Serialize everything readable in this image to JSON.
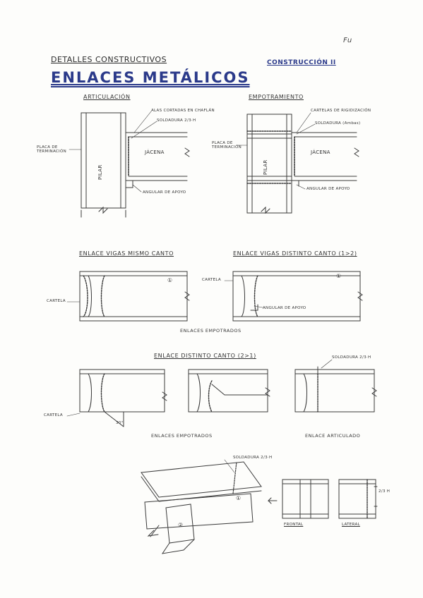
{
  "header": {
    "subtitle": "DETALLES CONSTRUCTIVOS",
    "title": "ENLACES METÁLICOS",
    "course": "CONSTRUCCIÓN II",
    "initials": "Fu"
  },
  "articulacion": {
    "heading": "ARTICULACIÓN",
    "labels": {
      "alas": "ALAS CORTADAS EN CHAFLÁN",
      "soldadura": "SOLDADURA 2/3·H",
      "placa": "PLACA DE TERMINACIÓN",
      "jacena": "JÁCENA",
      "pilar": "PILAR",
      "angular": "ANGULAR DE APOYO"
    }
  },
  "empotramiento": {
    "heading": "EMPOTRAMIENTO",
    "labels": {
      "cartelas": "CARTELAS DE RIGIDIZACIÓN",
      "soldadura": "SOLDADURA (Ambas)",
      "placa": "PLACA DE TERMINACIÓN",
      "jacena": "JÁCENA",
      "pilar": "PILAR",
      "angular": "ANGULAR DE APOYO"
    }
  },
  "vigas_mismo": {
    "heading": "ENLACE VIGAS MISMO CANTO",
    "cartela": "CARTELA",
    "mark": "①"
  },
  "vigas_distinto": {
    "heading": "ENLACE VIGAS DISTINTO CANTO (1>2)",
    "cartela": "CARTELA",
    "angular": "ANGULAR DE APOYO",
    "mark": "①"
  },
  "row2_caption": "ENLACES EMPOTRADOS",
  "distinto_canto": {
    "heading": "ENLACE DISTINTO CANTO (2>1)",
    "soldadura": "SOLDADURA 2/3·H",
    "cartela": "CARTELA",
    "angle": "30°",
    "caption_left": "ENLACES EMPOTRADOS",
    "caption_right": "ENLACE ARTICULADO"
  },
  "isometric": {
    "soldadura": "SOLDADURA 2/3·H",
    "mark1": "①",
    "mark2": "②",
    "frontal": "FRONTAL",
    "lateral": "LATERAL",
    "dim": "2/3 H"
  }
}
